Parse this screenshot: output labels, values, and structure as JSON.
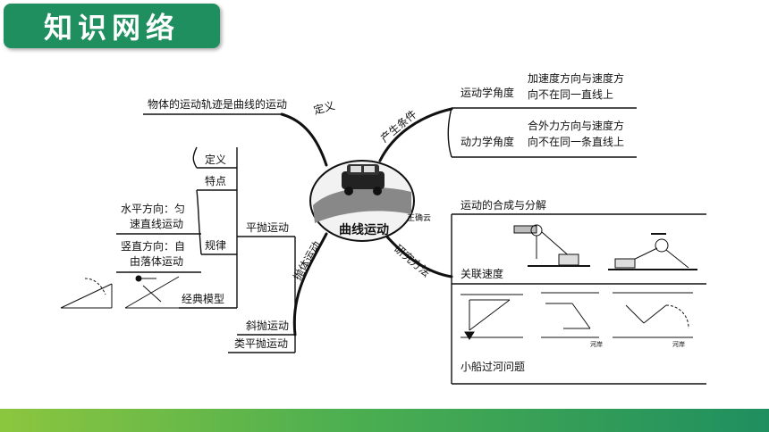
{
  "header": {
    "title": "知识网络"
  },
  "center": {
    "label": "曲线运动",
    "watermark": "正确云"
  },
  "branches": {
    "definition": {
      "label": "定义",
      "text": "物体的运动轨迹是曲线的运动"
    },
    "condition": {
      "label": "产生条件",
      "kinematics": {
        "label": "运动学角度",
        "text_line1": "加速度方向与速度方",
        "text_line2": "向不在同一直线上"
      },
      "dynamics": {
        "label": "动力学角度",
        "text_line1": "合外力方向与速度方",
        "text_line2": "向不在同一条直线上"
      }
    },
    "research": {
      "label": "研究方法",
      "composition": "运动的合成与分解",
      "related_velocity": "关联速度",
      "boat": "小船过河问题",
      "river_bank": "河岸"
    },
    "projectile": {
      "label": "抛体运动",
      "horizontal": {
        "label": "平抛运动",
        "definition": "定义",
        "feature": "特点",
        "law": "规律",
        "law_h_line1": "水平方向：匀",
        "law_h_line2": "速直线运动",
        "law_v_line1": "竖直方向：自",
        "law_v_line2": "由落体运动",
        "classic": "经典模型"
      },
      "oblique": "斜抛运动",
      "quasi": "类平抛运动"
    }
  }
}
